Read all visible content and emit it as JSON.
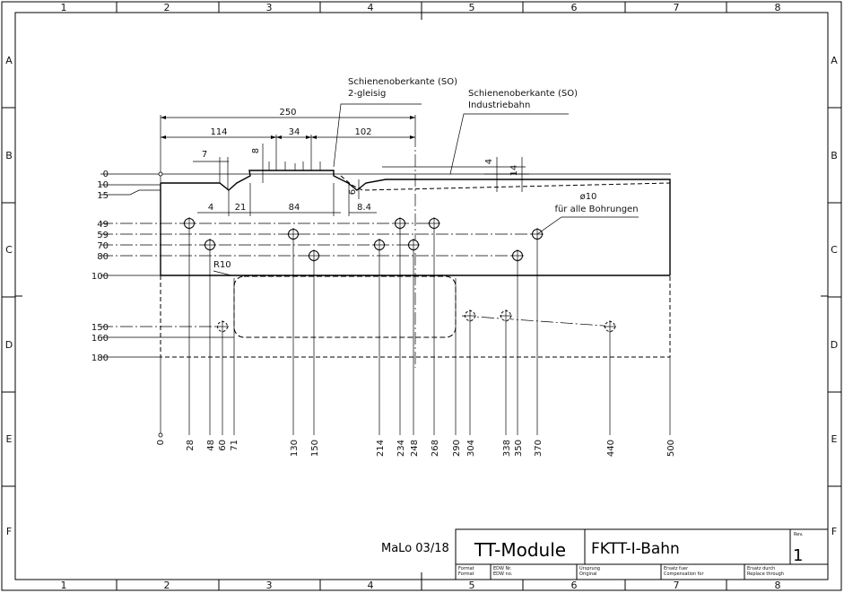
{
  "zones": {
    "columns": [
      "1",
      "2",
      "3",
      "4",
      "5",
      "6",
      "7",
      "8"
    ],
    "rows": [
      "A",
      "B",
      "C",
      "D",
      "E",
      "F"
    ]
  },
  "annotations": {
    "so_2gleisig_line1": "Schienenoberkante (SO)",
    "so_2gleisig_line2": "2-gleisig",
    "so_industrie_line1": "Schienenoberkante (SO)",
    "so_industrie_line2": "Industriebahn",
    "hole_diameter": "ø10",
    "hole_note": "für alle Bohrungen",
    "radius": "R10"
  },
  "dims_top": {
    "d250": "250",
    "d114": "114",
    "d34": "34",
    "d102": "102",
    "d7": "7",
    "d8": "8",
    "d4a": "4",
    "d14": "14",
    "d4b": "4",
    "d21": "21",
    "d84": "84",
    "d6": "6",
    "d84b": "8.4"
  },
  "y_labels": [
    "0",
    "10",
    "15",
    "49",
    "59",
    "70",
    "80",
    "100",
    "150",
    "160",
    "180"
  ],
  "x_labels": [
    "0",
    "28",
    "48",
    "60",
    "71",
    "130",
    "150",
    "214",
    "234",
    "248",
    "268",
    "290",
    "304",
    "338",
    "350",
    "370",
    "440",
    "500"
  ],
  "title_block": {
    "author": "MaLo 03/18",
    "title": "TT-Module",
    "subtitle": "FKTT-I-Bahn",
    "rev_label": "Rev.",
    "rev_value": "1",
    "f_format_1": "Format",
    "f_format_2": "Format",
    "f_edw_1": "EDW Nr.",
    "f_edw_2": "EDW no.",
    "f_ursprung_1": "Ursprung",
    "f_ursprung_2": "Original",
    "f_ersatz_fuer_1": "Ersatz fuer",
    "f_ersatz_fuer_2": "Compensation for",
    "f_ersatz_durch_1": "Ersatz durch",
    "f_ersatz_durch_2": "Replace through"
  },
  "colors": {
    "line": "#000000",
    "paper": "#ffffff"
  }
}
